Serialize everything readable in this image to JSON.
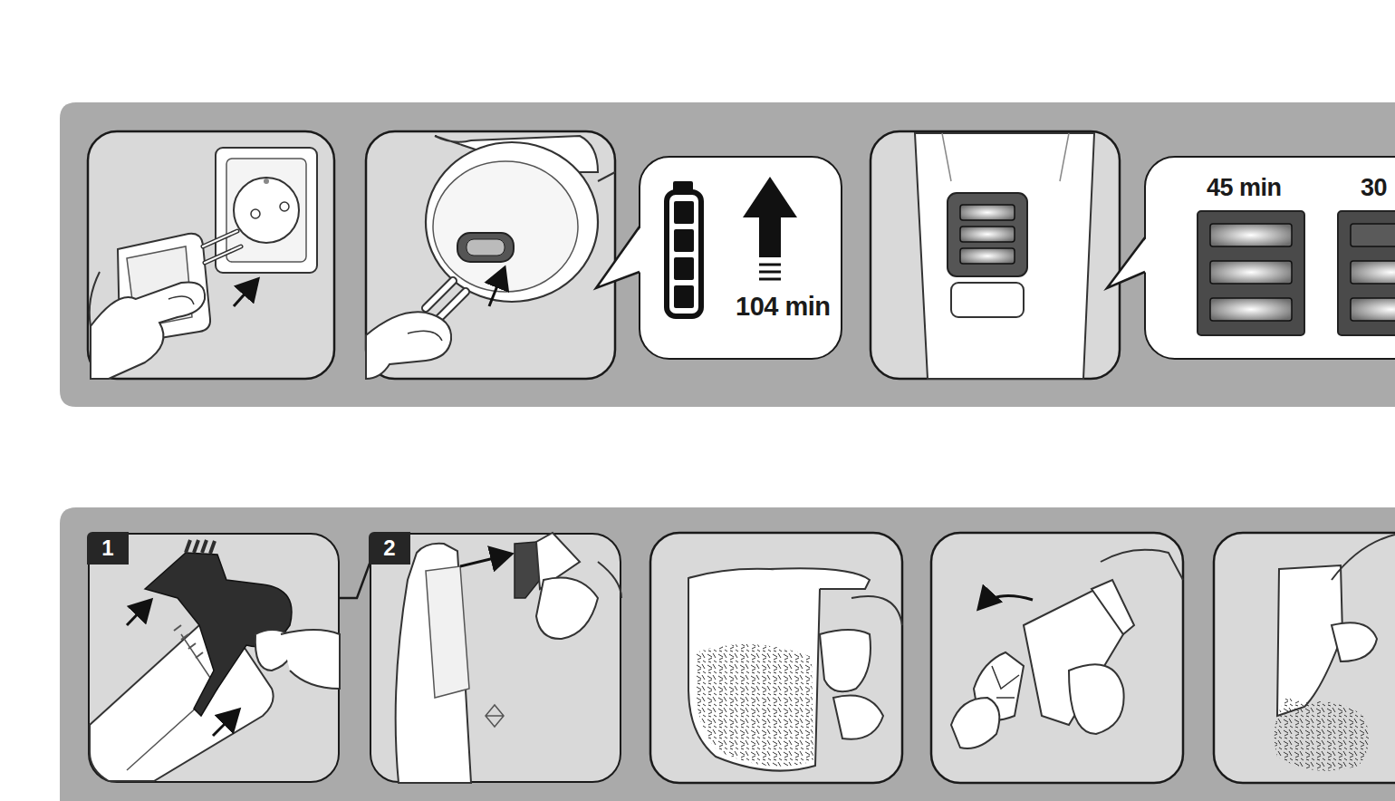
{
  "diagram": {
    "nodes": [
      {
        "text": [
          "104 min"
        ]
      },
      {
        "text": [
          "45 min",
          "30"
        ]
      },
      {
        "text": [
          "1"
        ]
      },
      {
        "text": [
          "2"
        ]
      }
    ],
    "edges": [
      {
        "from": 2,
        "to": 3,
        "arrow": "none"
      }
    ]
  }
}
